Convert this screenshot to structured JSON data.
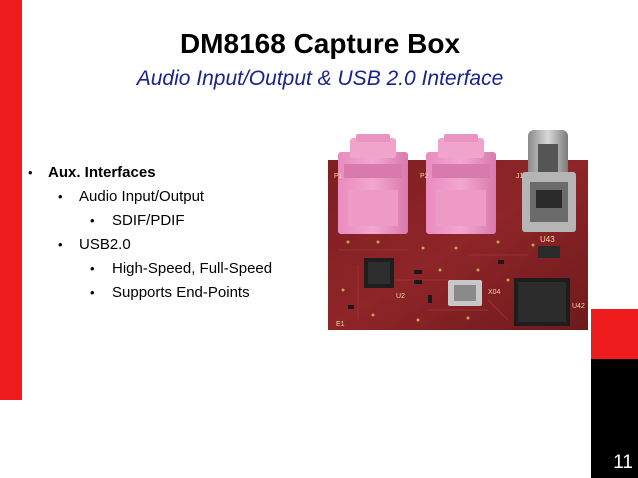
{
  "slide": {
    "title": "DM8168 Capture Box",
    "subtitle": "Audio Input/Output & USB 2.0 Interface",
    "page_number": "11",
    "colors": {
      "accent_red": "#ee1c1c",
      "subtitle_blue": "#17238f",
      "corner_black": "#000000"
    }
  },
  "bullets": [
    {
      "level": 1,
      "text": "Aux. Interfaces"
    },
    {
      "level": 2,
      "text": "Audio Input/Output"
    },
    {
      "level": 3,
      "text": "SDIF/PDIF"
    },
    {
      "level": 2,
      "text": "USB2.0"
    },
    {
      "level": 3,
      "text": "High-Speed, Full-Speed"
    },
    {
      "level": 3,
      "text": "Supports End-Points"
    }
  ],
  "photo": {
    "board_labels": {
      "p1": "P1",
      "p2": "P2",
      "j1": "J1",
      "u43": "U43",
      "u42": "U42",
      "x1": "X04",
      "u2": "U2",
      "e1": "E1"
    }
  }
}
